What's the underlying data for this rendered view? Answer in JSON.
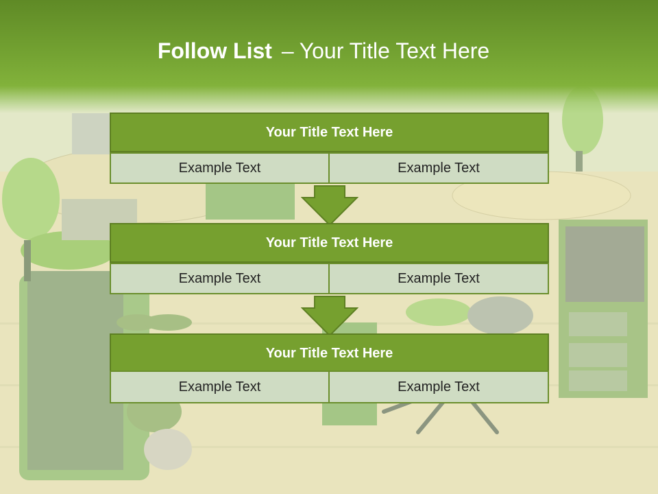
{
  "slide": {
    "title_bold": "Follow List",
    "title_separator": "–",
    "title_rest": "Your Title Text Here"
  },
  "steps": [
    {
      "title": "Your Title Text Here",
      "left": "Example Text",
      "right": "Example Text"
    },
    {
      "title": "Your Title Text Here",
      "left": "Example Text",
      "right": "Example Text"
    },
    {
      "title": "Your Title Text Here",
      "left": "Example Text",
      "right": "Example Text"
    }
  ],
  "colors": {
    "header_green": "#76a02f",
    "header_border": "#5d7f22",
    "cell_fill": "#cfdcc3",
    "arrow_fill": "#76a02f"
  }
}
